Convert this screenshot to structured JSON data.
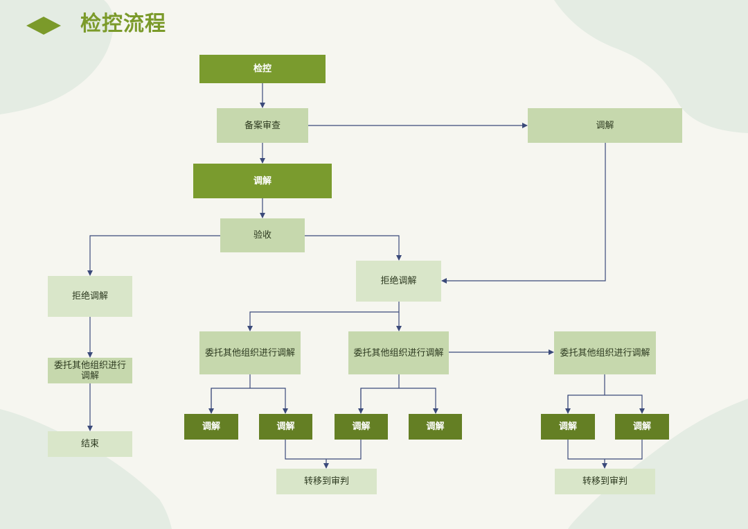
{
  "title": "检控流程",
  "colors": {
    "title": "#7b9a2a",
    "node_dark": "#7a9b2e",
    "node_dark2": "#647f24",
    "node_mid": "#c6d8ad",
    "node_light": "#d9e6c9",
    "connector": "#3b4a7a",
    "background": "#f6f6f0"
  },
  "nodes": {
    "jiankong": "检控",
    "beian_shencha": "备案审查",
    "tiaojie_right": "调解",
    "tiaojie_main": "调解",
    "yanshou": "验收",
    "jujue_left": "拒绝调解",
    "jujue_center": "拒绝调解",
    "weituo_left": "委托其他组织进行调解",
    "weituo_a": "委托其他组织进行调解",
    "weituo_b": "委托其他组织进行调解",
    "weituo_c": "委托其他组织进行调解",
    "jieshu": "结束",
    "tiaojie_1": "调解",
    "tiaojie_2": "调解",
    "tiaojie_3": "调解",
    "tiaojie_4": "调解",
    "tiaojie_5": "调解",
    "tiaojie_6": "调解",
    "zhuanyi_1": "转移到审判",
    "zhuanyi_2": "转移到审判"
  }
}
